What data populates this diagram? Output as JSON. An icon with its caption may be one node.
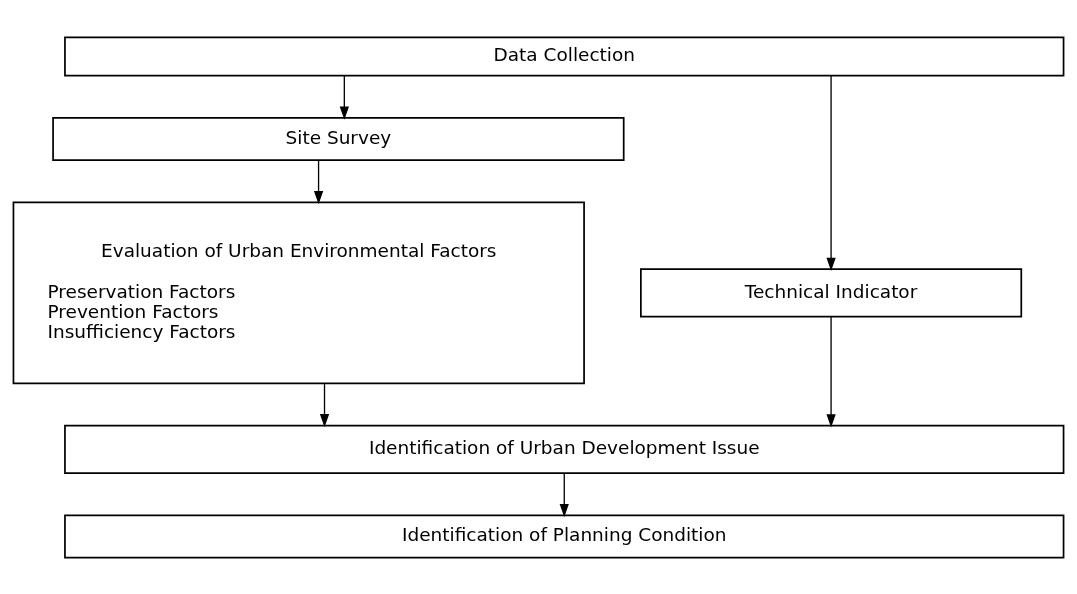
{
  "diagram": {
    "nodes": [
      {
        "text": [
          "Data Collection"
        ]
      },
      {
        "text": [
          "Site Survey"
        ]
      },
      {
        "text": [
          "Evaluation of Urban Environmental Factors",
          "Preservation Factors",
          "Prevention Factors",
          "Insufficiency Factors"
        ]
      },
      {
        "text": [
          "Technical Indicator"
        ]
      },
      {
        "text": [
          "Identification of Urban Development Issue"
        ]
      },
      {
        "text": [
          "Identification of Planning Condition"
        ]
      }
    ],
    "edges": [
      {
        "from": 0,
        "to": 1,
        "arrow": "to"
      },
      {
        "from": 0,
        "to": 3,
        "arrow": "to"
      },
      {
        "from": 1,
        "to": 2,
        "arrow": "to"
      },
      {
        "from": 2,
        "to": 4,
        "arrow": "to"
      },
      {
        "from": 3,
        "to": 4,
        "arrow": "to"
      },
      {
        "from": 4,
        "to": 5,
        "arrow": "to"
      }
    ]
  }
}
